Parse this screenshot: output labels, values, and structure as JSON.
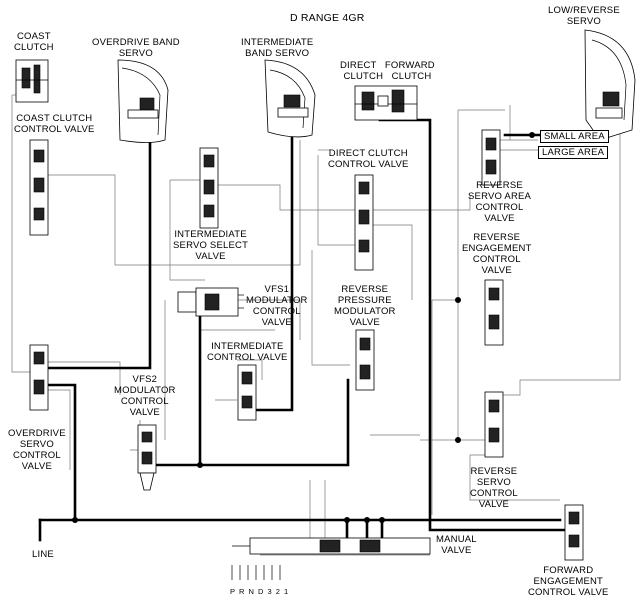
{
  "diagram": {
    "title": "D RANGE 4GR",
    "components": {
      "coast_clutch": "COAST\nCLUTCH",
      "overdrive_band_servo": "OVERDRIVE BAND\nSERVO",
      "intermediate_band_servo": "INTERMEDIATE\nBAND SERVO",
      "direct_forward_clutch": "DIRECT   FORWARD\nCLUTCH   CLUTCH",
      "low_reverse_servo": "LOW/REVERSE\nSERVO",
      "coast_clutch_control_valve": "COAST CLUTCH\nCONTROL VALVE",
      "direct_clutch_control_valve": "DIRECT CLUTCH\nCONTROL VALVE",
      "small_area": "SMALL AREA",
      "large_area": "LARGE AREA",
      "reverse_servo_area_control_valve": "REVERSE\nSERVO AREA\nCONTROL\nVALVE",
      "reverse_engagement_control_valve": "REVERSE\nENGAGEMENT\nCONTROL\nVALVE",
      "intermediate_servo_select_valve": "INTERMEDIATE\nSERVO SELECT\nVALVE",
      "vfs1_modulator_control_valve": "VFS1\nMODULATOR\nCONTROL\nVALVE",
      "reverse_pressure_modulator_valve": "REVERSE\nPRESSURE\nMODULATOR\nVALVE",
      "intermediate_control_valve": "INTERMEDIATE\nCONTROL VALVE",
      "vfs2_modulator_control_valve": "VFS2\nMODULATOR\nCONTROL\nVALVE",
      "overdrive_servo_control_valve": "OVERDRIVE\nSERVO\nCONTROL\nVALVE",
      "reverse_servo_control_valve": "REVERSE\nSERVO\nCONTROL\nVALVE",
      "line": "LINE",
      "manual_valve": "MANUAL\nVALVE",
      "forward_engagement_control_valve": "FORWARD\nENGAGEMENT\nCONTROL VALVE",
      "prnd": "P R N D 3 2 1"
    }
  }
}
